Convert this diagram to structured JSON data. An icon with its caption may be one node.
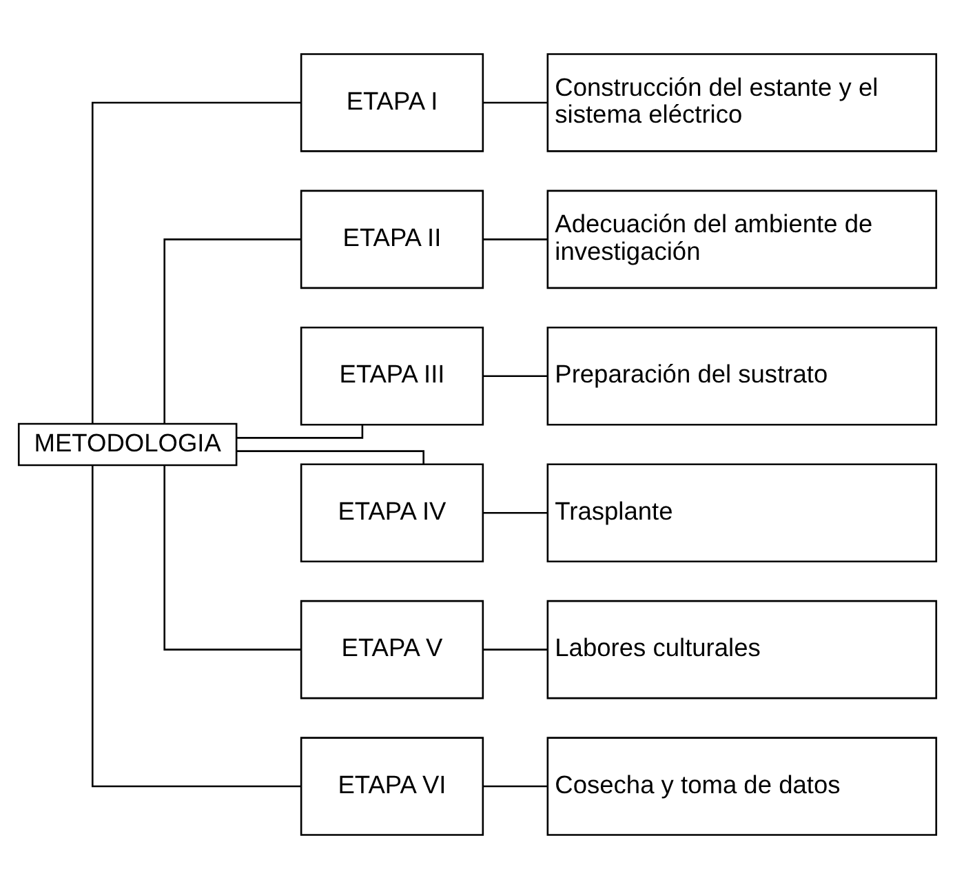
{
  "diagram": {
    "nodes": [
      {
        "text": [
          "METODOLOGIA"
        ]
      },
      {
        "text": [
          "ETAPA I"
        ]
      },
      {
        "text": [
          "Construcción del estante y el sistema eléctrico"
        ]
      },
      {
        "text": [
          "ETAPA II"
        ]
      },
      {
        "text": [
          "Adecuación del ambiente de investigación"
        ]
      },
      {
        "text": [
          "ETAPA III"
        ]
      },
      {
        "text": [
          "Preparación del sustrato"
        ]
      },
      {
        "text": [
          "ETAPA IV"
        ]
      },
      {
        "text": [
          "Trasplante"
        ]
      },
      {
        "text": [
          "ETAPA V"
        ]
      },
      {
        "text": [
          "Labores culturales"
        ]
      },
      {
        "text": [
          "ETAPA VI"
        ]
      },
      {
        "text": [
          "Cosecha y toma de datos"
        ]
      }
    ],
    "edges": [
      {
        "from": 0,
        "to": 1,
        "arrow": "none"
      },
      {
        "from": 1,
        "to": 2,
        "arrow": "none"
      },
      {
        "from": 0,
        "to": 3,
        "arrow": "none"
      },
      {
        "from": 3,
        "to": 4,
        "arrow": "none"
      },
      {
        "from": 0,
        "to": 5,
        "arrow": "none"
      },
      {
        "from": 5,
        "to": 6,
        "arrow": "none"
      },
      {
        "from": 0,
        "to": 7,
        "arrow": "none"
      },
      {
        "from": 7,
        "to": 8,
        "arrow": "none"
      },
      {
        "from": 0,
        "to": 9,
        "arrow": "none"
      },
      {
        "from": 9,
        "to": 10,
        "arrow": "none"
      },
      {
        "from": 0,
        "to": 11,
        "arrow": "none"
      },
      {
        "from": 11,
        "to": 12,
        "arrow": "none"
      }
    ]
  }
}
